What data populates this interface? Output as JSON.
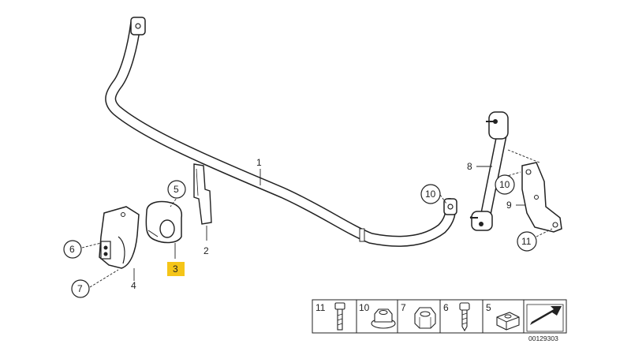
{
  "diagram": {
    "callouts": {
      "part_1": "1",
      "part_2": "2",
      "part_3": "3",
      "part_4": "4",
      "part_5": "5",
      "part_6": "6",
      "part_7": "7",
      "part_8": "8",
      "part_9": "9",
      "part_10_left": "10",
      "part_10_right": "10",
      "part_11": "11"
    },
    "legend": {
      "items": [
        {
          "number": "11",
          "icon": "bolt-icon"
        },
        {
          "number": "10",
          "icon": "flange-nut-icon"
        },
        {
          "number": "7",
          "icon": "hex-nut-icon"
        },
        {
          "number": "6",
          "icon": "screw-icon"
        },
        {
          "number": "5",
          "icon": "square-nut-icon"
        }
      ],
      "arrow_icon": "direction-arrow-icon"
    },
    "diagram_number": "00129303",
    "highlight_color": "#f5c518"
  }
}
